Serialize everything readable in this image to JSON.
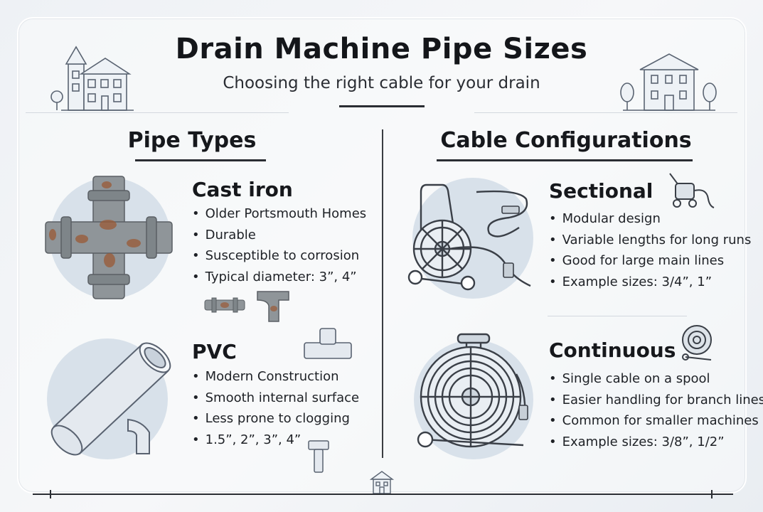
{
  "header": {
    "title": "Drain Machine Pipe Sizes",
    "subtitle": "Choosing the right cable for your drain"
  },
  "pipe_types": {
    "heading": "Pipe Types",
    "items": [
      {
        "name": "Cast iron",
        "bullets": [
          "Older Portsmouth Homes",
          "Durable",
          "Susceptible to corrosion",
          "Typical diameter: 3”, 4”"
        ]
      },
      {
        "name": "PVC",
        "bullets": [
          "Modern Construction",
          "Smooth internal surface",
          "Less prone to clogging",
          "1.5”, 2”, 3”, 4”"
        ]
      }
    ]
  },
  "cable_configurations": {
    "heading": "Cable Configurations",
    "items": [
      {
        "name": "Sectional",
        "bullets": [
          "Modular design",
          "Variable lengths for long runs",
          "Good for large main lines",
          "Example sizes: 3/4”, 1”"
        ]
      },
      {
        "name": "Continuous",
        "bullets": [
          "Single cable on a spool",
          "Easier handling for branch lines",
          "Common for smaller machines",
          "Example sizes: 3/8”, 1/2”"
        ]
      }
    ]
  },
  "icons": {
    "house_left": "victorian-house-icon",
    "house_right": "colonial-house-icon",
    "house_footer": "small-house-icon",
    "cast_iron": "cast-iron-cross-fitting-icon",
    "pvc": "pvc-pipe-icon",
    "sectional": "sectional-drum-machine-icon",
    "continuous": "continuous-spool-machine-icon"
  },
  "colors": {
    "ink": "#1b1d22",
    "circle": "#d8e1ea",
    "rust": "#9a5a35",
    "iron": "#8f9599",
    "pvc": "#e4e9ef"
  }
}
